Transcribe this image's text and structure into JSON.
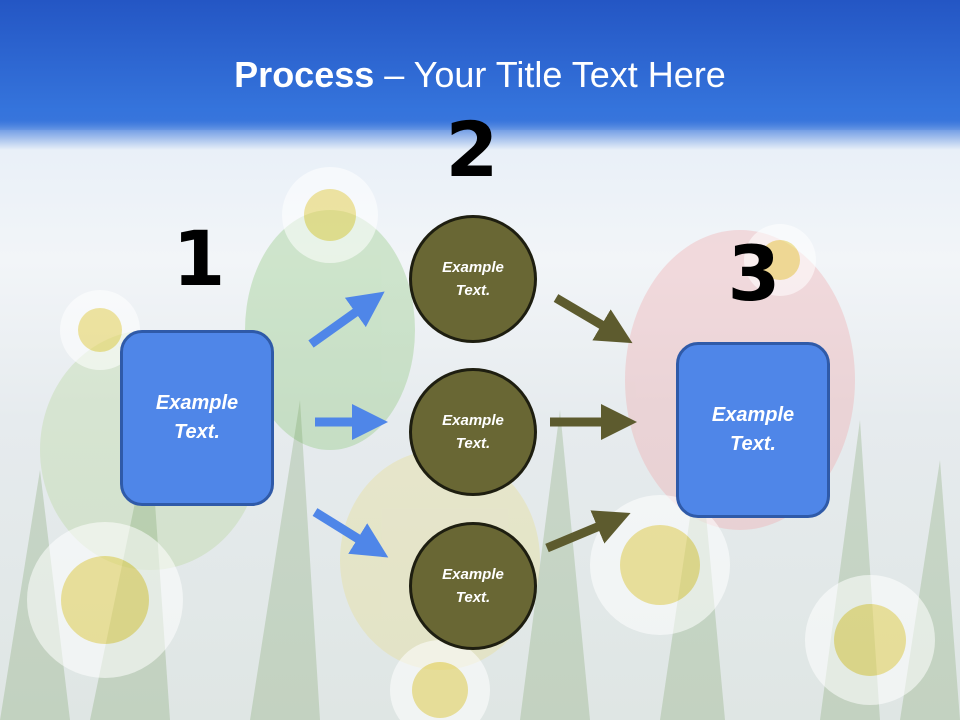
{
  "title": {
    "bold": "Process",
    "rest": " – Your Title Text Here"
  },
  "steps": {
    "one": "1",
    "two": "2",
    "three": "3"
  },
  "nodes": {
    "left_box": "Example\nText.",
    "circle_top": "Example\nText.",
    "circle_middle": "Example\nText.",
    "circle_bottom": "Example\nText.",
    "right_box": "Example\nText."
  },
  "colors": {
    "header": "#2b64cf",
    "box_fill": "#4f86e8",
    "box_border": "#2f5aa8",
    "circle_fill": "#696734",
    "blue_arrow": "#4f86e8",
    "olive_arrow": "#5d5b2e"
  }
}
